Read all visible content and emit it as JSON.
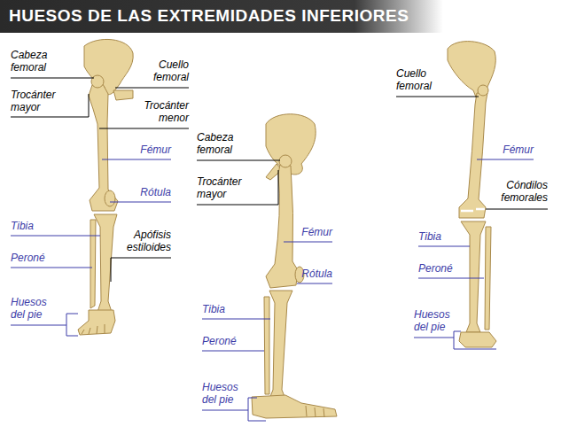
{
  "diagram": {
    "title": "HUESOS DE LAS EXTREMIDADES INFERIORES",
    "labels": [
      "Cabeza femoral",
      "Cuello femoral",
      "Trocánter mayor",
      "Trocánter menor",
      "Fémur",
      "Rótula",
      "Tibia",
      "Apófisis estiloides",
      "Peroné",
      "Huesos del pie",
      "Cabeza femoral",
      "Trocánter mayor",
      "Fémur",
      "Rótula",
      "Tibia",
      "Peroné",
      "Huesos del pie",
      "Cuello femoral",
      "Fémur",
      "Cóndilos femorales",
      "Tibia",
      "Peroné",
      "Huesos del pie"
    ]
  }
}
